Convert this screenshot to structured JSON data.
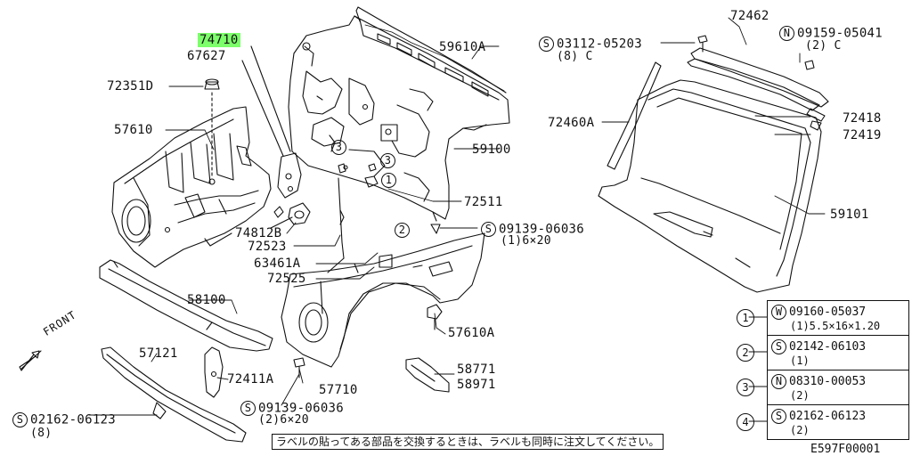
{
  "callouts": {
    "p74710": "74710",
    "p67627": "67627",
    "p72351D": "72351D",
    "p57610": "57610",
    "p74812B": "74812B",
    "p72523": "72523",
    "p63461A": "63461A",
    "p72525": "72525",
    "p59610A": "59610A",
    "p59100": "59100",
    "p72511": "72511",
    "p58100": "58100",
    "p57121": "57121",
    "p72411A": "72411A",
    "p57710": "57710",
    "p57610A": "57610A",
    "p58771": "58771",
    "p58971": "58971",
    "p72462": "72462",
    "p72460A": "72460A",
    "p72418": "72418",
    "p72419": "72419",
    "p59101": "59101"
  },
  "fasteners": {
    "f1": {
      "prefix": "S",
      "code": "03112-05203",
      "sub": "(8) C"
    },
    "f2": {
      "prefix": "N",
      "code": "09159-05041",
      "sub": "(2) C"
    },
    "f3": {
      "prefix": "S",
      "code": "09139-06036",
      "sub": "(1)6×20"
    },
    "f4": {
      "prefix": "S",
      "code": "09139-06036",
      "sub": "(2)6×20"
    },
    "f5": {
      "prefix": "S",
      "code": "02162-06123",
      "sub": "(8)"
    }
  },
  "markers": [
    "3",
    "3",
    "2",
    "1"
  ],
  "legend": [
    {
      "num": "1",
      "prefix": "W",
      "code": "09160-05037",
      "qty": "(1)5.5×16×1.20"
    },
    {
      "num": "2",
      "prefix": "S",
      "code": "02142-06103",
      "qty": "(1)"
    },
    {
      "num": "3",
      "prefix": "N",
      "code": "08310-00053",
      "qty": "(2)"
    },
    {
      "num": "4",
      "prefix": "S",
      "code": "02162-06123",
      "qty": "(2)"
    }
  ],
  "front_label": "FRONT",
  "note": "ラベルの貼ってある部品を交換するときは、ラベルも同時に注文してください。",
  "diagram_code": "E597F00001"
}
